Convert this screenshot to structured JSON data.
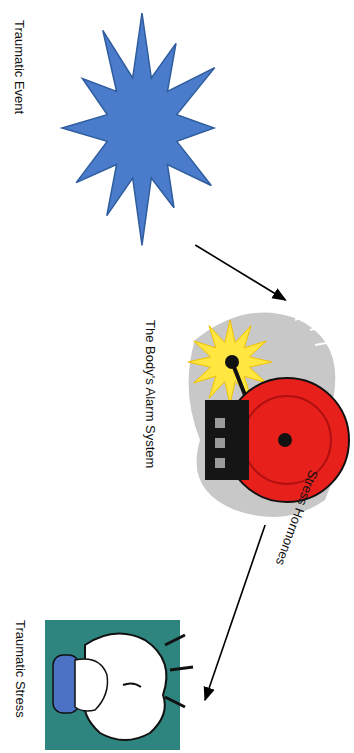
{
  "diagram": {
    "nodes": [
      {
        "text": [
          "Traumatic Event"
        ]
      },
      {
        "text": [
          "The Body's Alarm System"
        ]
      },
      {
        "text": [
          "Traumatic Stress"
        ]
      }
    ],
    "edges": [
      {
        "from": 0,
        "to": 1,
        "arrow": "to"
      },
      {
        "from": 1,
        "to": 2,
        "label": "Stress Hormones",
        "arrow": "to"
      }
    ]
  }
}
